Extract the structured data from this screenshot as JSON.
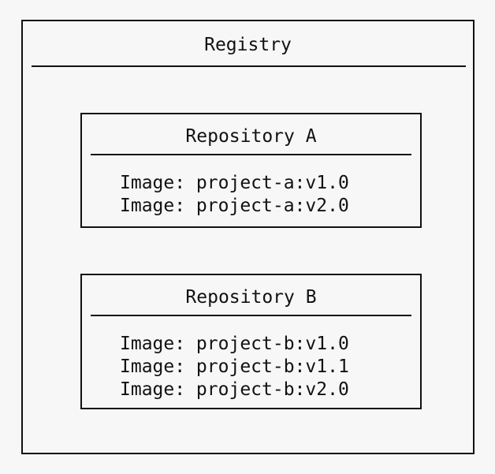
{
  "diagram": {
    "type": "container-diagram",
    "background_color": "#f7f7f7",
    "line_color": "#111111",
    "registry": {
      "title": "Registry",
      "repositories": [
        {
          "title": "Repository A",
          "images": [
            "Image: project-a:v1.0",
            "Image: project-a:v2.0"
          ]
        },
        {
          "title": "Repository B",
          "images": [
            "Image: project-b:v1.0",
            "Image: project-b:v1.1",
            "Image: project-b:v2.0"
          ]
        }
      ]
    }
  }
}
